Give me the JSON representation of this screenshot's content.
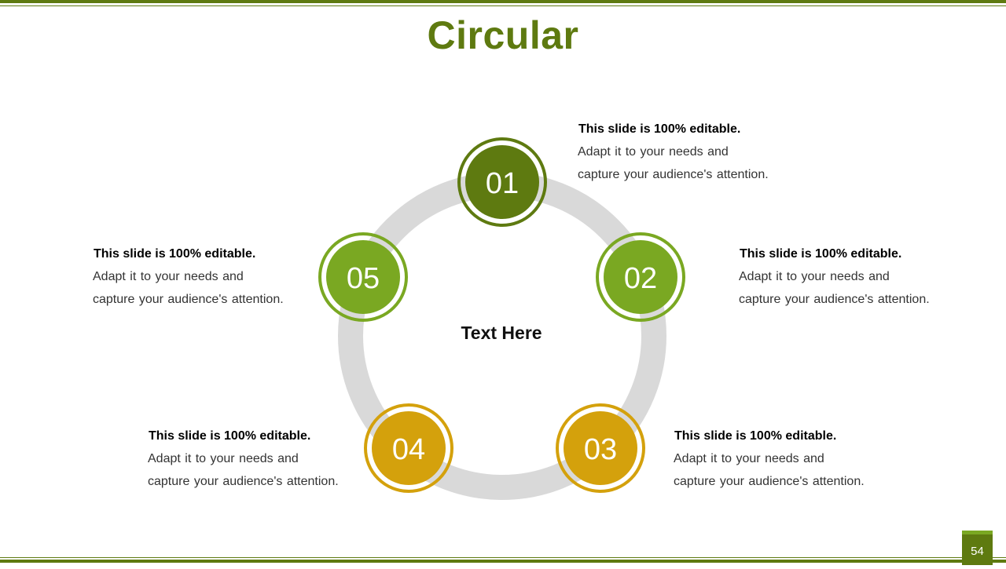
{
  "title": "Circular",
  "page_number": "54",
  "center_text": "Text Here",
  "colors": {
    "dark_green": "#5e7a10",
    "light_green": "#7aa822",
    "gold": "#d4a10c",
    "ring_gray": "#d9d9d9"
  },
  "nodes": [
    {
      "label": "01",
      "color": "#5e7a10"
    },
    {
      "label": "02",
      "color": "#7aa822"
    },
    {
      "label": "03",
      "color": "#d4a10c"
    },
    {
      "label": "04",
      "color": "#d4a10c"
    },
    {
      "label": "05",
      "color": "#7aa822"
    }
  ],
  "text_blocks": [
    {
      "heading": "This slide is 100% editable.",
      "line1": "Adapt it to your  needs and",
      "line2": "capture  your  audience's attention."
    },
    {
      "heading": "This slide is 100% editable.",
      "line1": "Adapt it to your  needs and",
      "line2": "capture  your  audience's attention."
    },
    {
      "heading": "This slide is 100% editable.",
      "line1": "Adapt it to your  needs and",
      "line2": "capture  your  audience's attention."
    },
    {
      "heading": "This slide is 100% editable.",
      "line1": "Adapt it to your  needs and",
      "line2": "capture  your  audience's attention."
    },
    {
      "heading": "This slide is 100% editable.",
      "line1": "Adapt it to your  needs and",
      "line2": "capture  your  audience's attention."
    }
  ]
}
